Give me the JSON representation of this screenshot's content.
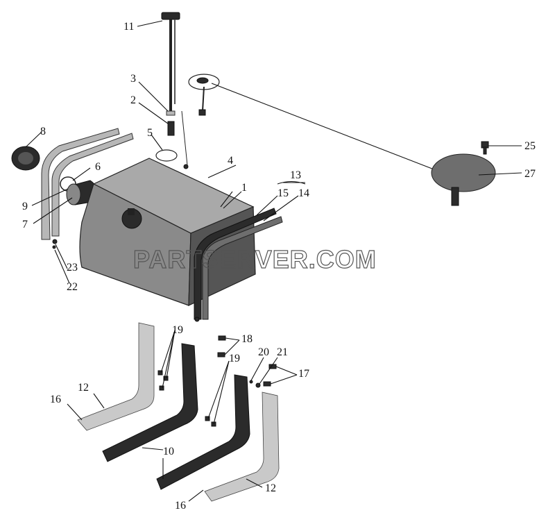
{
  "diagram": {
    "part_labels": {
      "p1": "1",
      "p2": "2",
      "p3": "3",
      "p4": "4",
      "p5": "5",
      "p6": "6",
      "p7": "7",
      "p8": "8",
      "p9": "9",
      "p10": "10",
      "p11": "11",
      "p12a": "12",
      "p12b": "12",
      "p13": "13",
      "p14": "14",
      "p15": "15",
      "p16a": "16",
      "p16b": "16",
      "p17": "17",
      "p18": "18",
      "p19a": "19",
      "p19b": "19",
      "p20": "20",
      "p21": "21",
      "p22": "22",
      "p23": "23",
      "p25": "25",
      "p27": "27"
    },
    "watermark": "PARTSERVER.COM"
  }
}
